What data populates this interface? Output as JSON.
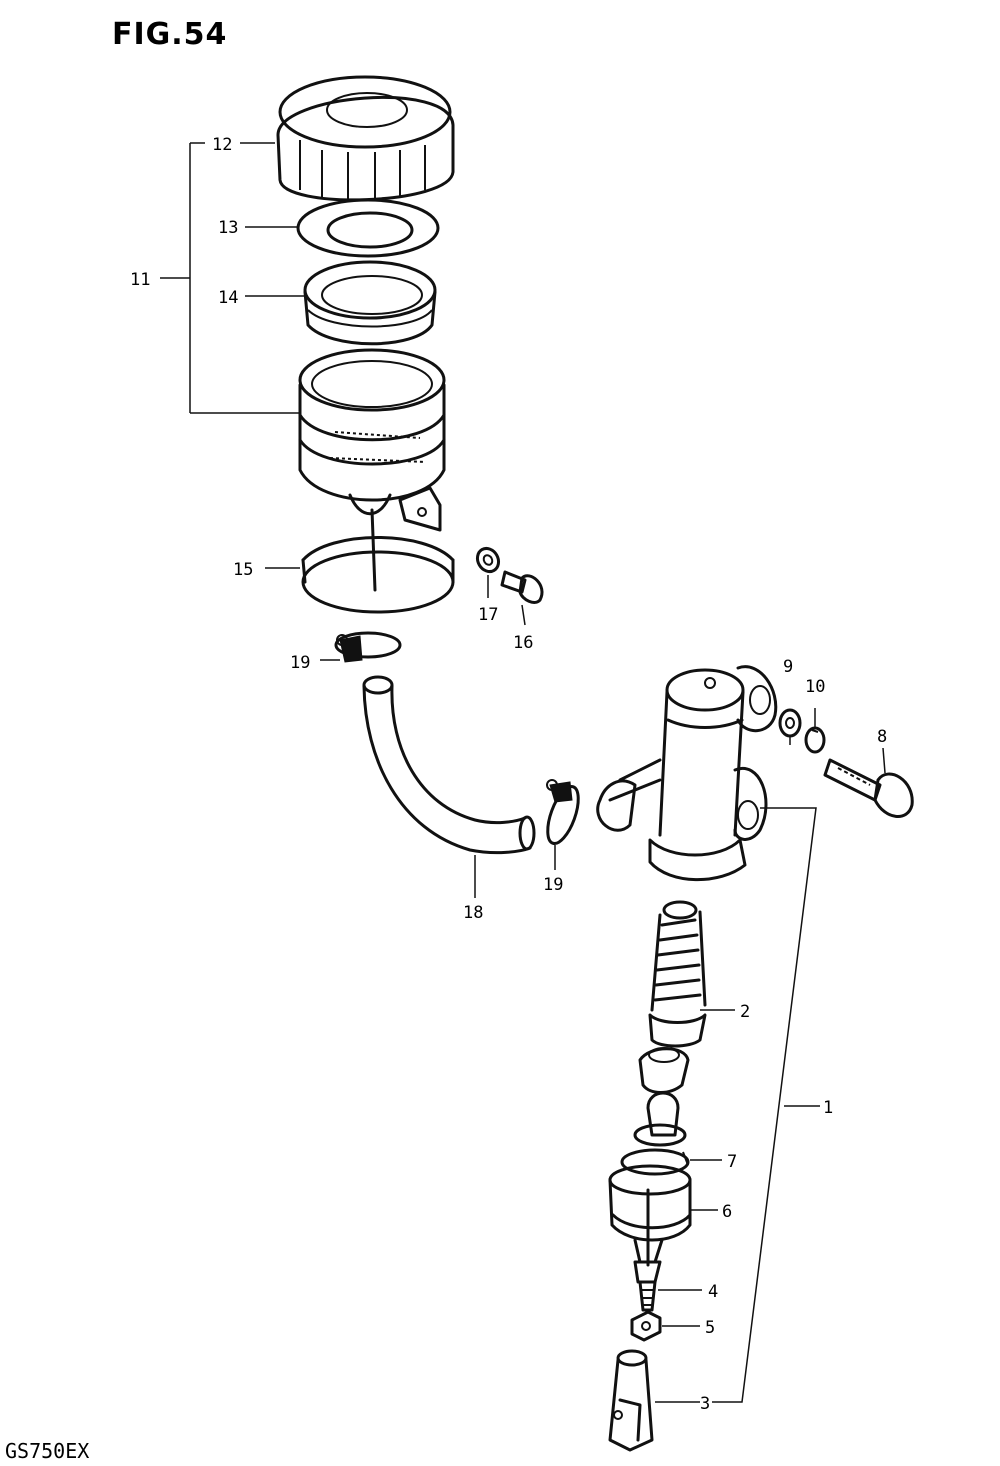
{
  "figure": {
    "title": "FIG.54",
    "model_code": "GS750EX"
  },
  "callouts": [
    {
      "id": "c12",
      "text": "12"
    },
    {
      "id": "c13",
      "text": "13"
    },
    {
      "id": "c11",
      "text": "11"
    },
    {
      "id": "c14",
      "text": "14"
    },
    {
      "id": "c15",
      "text": "15"
    },
    {
      "id": "c17",
      "text": "17"
    },
    {
      "id": "c16",
      "text": "16"
    },
    {
      "id": "c19a",
      "text": "19"
    },
    {
      "id": "c9",
      "text": "9"
    },
    {
      "id": "c10",
      "text": "10"
    },
    {
      "id": "c8",
      "text": "8"
    },
    {
      "id": "c19b",
      "text": "19"
    },
    {
      "id": "c18",
      "text": "18"
    },
    {
      "id": "c2",
      "text": "2"
    },
    {
      "id": "c1",
      "text": "1"
    },
    {
      "id": "c7",
      "text": "7"
    },
    {
      "id": "c6",
      "text": "6"
    },
    {
      "id": "c4",
      "text": "4"
    },
    {
      "id": "c5",
      "text": "5"
    },
    {
      "id": "c3",
      "text": "3"
    }
  ]
}
